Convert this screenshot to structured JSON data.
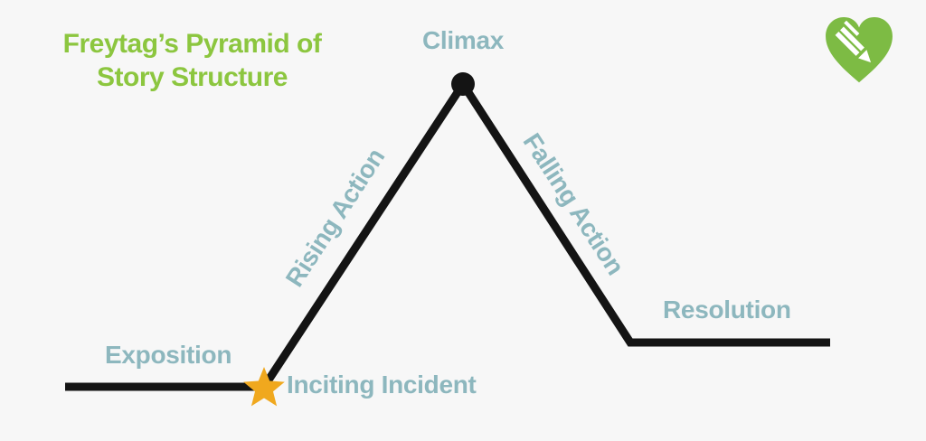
{
  "title": {
    "line1": "Freytag’s Pyramid of",
    "line2": "Story Structure"
  },
  "labels": {
    "climax": "Climax",
    "rising_action": "Rising Action",
    "falling_action": "Falling Action",
    "exposition": "Exposition",
    "inciting_incident": "Inciting Incident",
    "resolution": "Resolution"
  },
  "icons": {
    "logo": "heart-pencil-logo",
    "climax_marker": "filled-circle-icon",
    "inciting_incident_marker": "star-icon"
  },
  "colors": {
    "background": "#F7F7F7",
    "title_green": "#8CC63F",
    "label_blue": "#8DB7BE",
    "line_black": "#141414",
    "star_gold": "#F0A81E",
    "logo_green": "#7DBB44",
    "logo_pencil_white": "#FFFFFF"
  }
}
